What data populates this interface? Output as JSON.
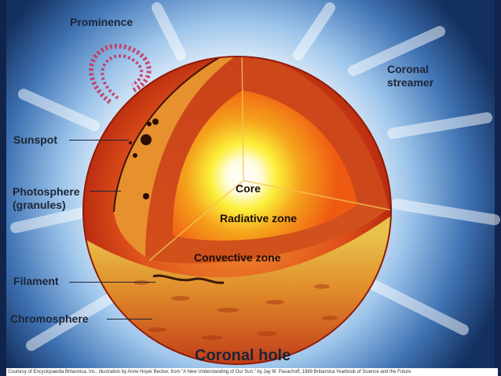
{
  "labels": {
    "prominence": "Prominence",
    "coronal_streamer": "Coronal\nstreamer",
    "sunspot": "Sunspot",
    "photosphere": "Photosphere\n(granules)",
    "core": "Core",
    "radiative_zone": "Radiative zone",
    "convective_zone": "Convective zone",
    "filament": "Filament",
    "chromosphere": "Chromosphere",
    "coronal_hole": "Coronal hole"
  },
  "credit": "Courtesy of Encyclopaedia Britannica, Inc.; illustration by Anne Hoyer Becker, from \"A New Understanding of Our Sun,\" by Jay M. Pasachoff, 1989 Britannica Yearbook of Science and the Future"
}
